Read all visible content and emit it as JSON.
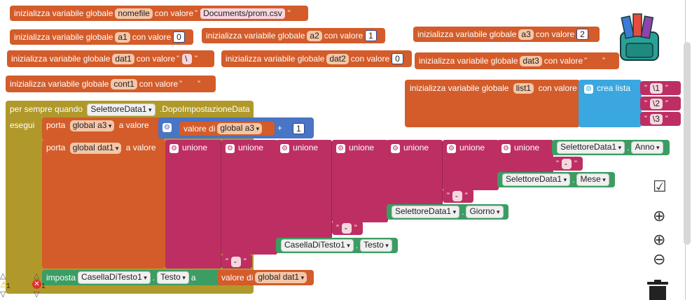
{
  "variables": {
    "nomefile": {
      "label": "inizializza variabile globale",
      "name": "nomefile",
      "with": "con valore",
      "value": "Documents/prom.csv"
    },
    "a1": {
      "label": "inizializza variabile globale",
      "name": "a1",
      "with": "con valore",
      "value": "0"
    },
    "a2": {
      "label": "inizializza variabile globale",
      "name": "a2",
      "with": "con valore",
      "value": "1"
    },
    "a3": {
      "label": "inizializza variabile globale",
      "name": "a3",
      "with": "con valore",
      "value": "2"
    },
    "dat1": {
      "label": "inizializza variabile globale",
      "name": "dat1",
      "with": "con valore",
      "value": "\\"
    },
    "dat2": {
      "label": "inizializza variabile globale",
      "name": "dat2",
      "with": "con valore",
      "value": "0"
    },
    "dat3": {
      "label": "inizializza variabile globale",
      "name": "dat3",
      "with": "con valore",
      "value": ""
    },
    "cont1": {
      "label": "inizializza variabile globale",
      "name": "cont1",
      "with": "con valore",
      "value": ""
    },
    "list1": {
      "label": "inizializza variabile globale",
      "name": "list1",
      "with": "con valore",
      "create_list": "crea lista",
      "items": [
        "\\1",
        "\\2",
        "\\3"
      ]
    }
  },
  "event": {
    "label": "per sempre quando",
    "component": "SelettoreData1",
    "event_name": ".DopoImpostazioneData",
    "do": "esegui"
  },
  "set_a3": {
    "label": "porta",
    "var": "global a3",
    "to": "a valore",
    "get": "valore di",
    "get_var": "global a3",
    "op": "+",
    "num": "1"
  },
  "set_dat1": {
    "label": "porta",
    "var": "global dat1",
    "to": "a valore",
    "join": "unione",
    "year_comp": "SelettoreData1",
    "year_prop": "Anno",
    "month_comp": "SelettoreData1",
    "month_prop": "Mese",
    "day_comp": "SelettoreData1",
    "day_prop": "Giorno",
    "text_comp": "CasellaDiTesto1",
    "text_prop": "Testo",
    "sep": "-"
  },
  "set_text": {
    "label": "imposta",
    "comp": "CasellaDiTesto1",
    "prop": "Testo",
    "to": "a",
    "get": "valore di",
    "get_var": "global dat1"
  },
  "counters": {
    "warnings": "1",
    "errors": "1"
  },
  "colors": {
    "variables": "#d35c2a",
    "components": "#3b9d62",
    "text": "#bd2f63",
    "math": "#4a74c4",
    "lists": "#3aa7e0",
    "events": "#b0992a"
  }
}
